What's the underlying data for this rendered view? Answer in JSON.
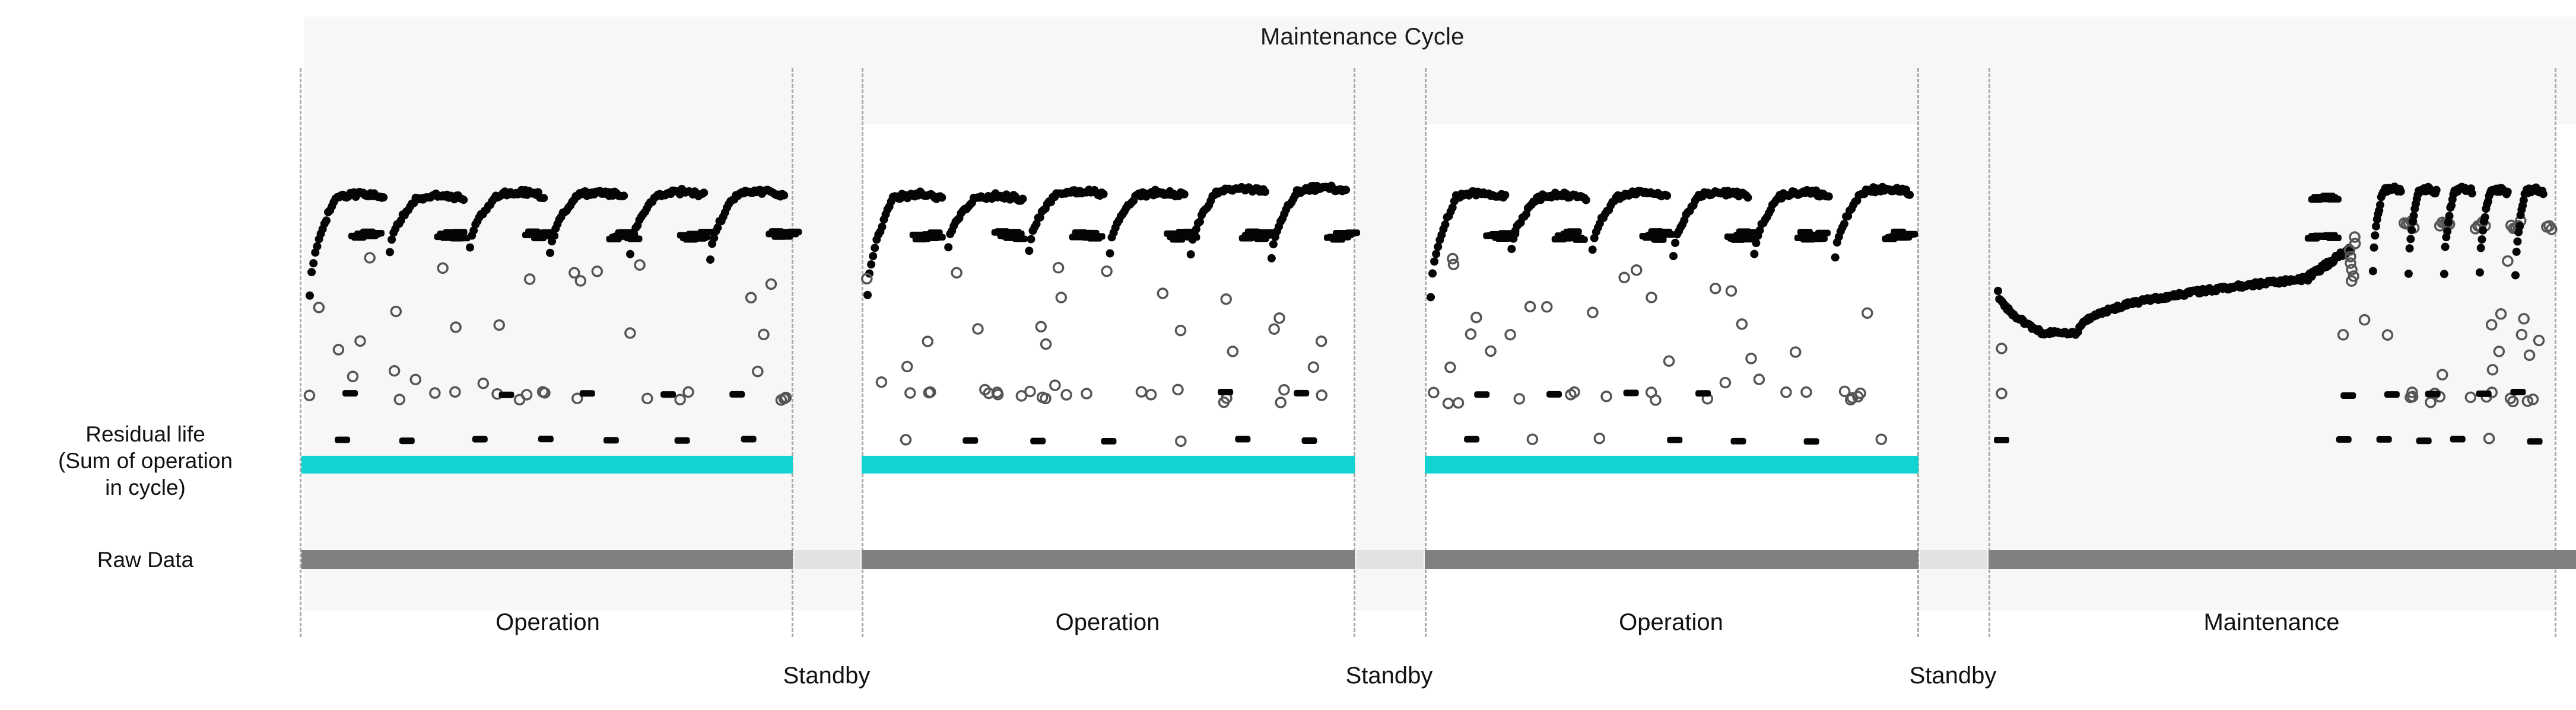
{
  "chart_data": {
    "type": "scatter",
    "title": "Maintenance Cycle",
    "xlabel": "",
    "ylabel": "Residual life (Sum of operation in cycle)",
    "grid": false,
    "legend_position": "none",
    "axis_value_labels": {
      "row_1": "Residual life\n(Sum of operation\nin cycle)",
      "row_2": "Raw Data"
    },
    "x_axis_category_labels": [
      "Operation",
      "Standby",
      "Operation",
      "Standby",
      "Operation",
      "Standby",
      "Maintenance"
    ],
    "segments": [
      {
        "id": "op1",
        "label": "Operation",
        "kind": "operation",
        "x_start": 512,
        "x_end": 1334,
        "residual_life_bar": true,
        "raw_data_bar": "active",
        "description": "Six sawtooth ramps of residual life rising then resetting"
      },
      {
        "id": "sb1",
        "label": "Standby",
        "kind": "standby",
        "x_start": 1334,
        "x_end": 1452,
        "residual_life_bar": false,
        "raw_data_bar": "idle",
        "description": "No operation data; raw data bar dimmed"
      },
      {
        "id": "op2",
        "label": "Operation",
        "kind": "operation",
        "x_start": 1452,
        "x_end": 2281,
        "residual_life_bar": true,
        "raw_data_bar": "active",
        "description": "Six sawtooth ramps of residual life rising then resetting"
      },
      {
        "id": "sb2",
        "label": "Standby",
        "kind": "standby",
        "x_start": 2281,
        "x_end": 2401,
        "residual_life_bar": false,
        "raw_data_bar": "idle",
        "description": "No operation data; raw data bar dimmed"
      },
      {
        "id": "op3",
        "label": "Operation",
        "kind": "operation",
        "x_start": 2401,
        "x_end": 3231,
        "residual_life_bar": true,
        "raw_data_bar": "active",
        "description": "Six sawtooth ramps of residual life rising then resetting"
      },
      {
        "id": "sb3",
        "label": "Standby",
        "kind": "standby",
        "x_start": 3231,
        "x_end": 3351,
        "residual_life_bar": false,
        "raw_data_bar": "idle",
        "description": "No operation data; raw data bar dimmed"
      },
      {
        "id": "mnt",
        "label": "Maintenance",
        "kind": "maintenance",
        "x_start": 3351,
        "x_end": 4305,
        "residual_life_bar": false,
        "raw_data_bar": "active",
        "description": "U-shaped dip then slow monotonic rise, followed by narrow sawteeth"
      }
    ],
    "series": [
      {
        "name": "Residual life (dense operating trace)",
        "marker": "filled-black",
        "size": 12
      },
      {
        "name": "Residual life (sparse outliers)",
        "marker": "hollow-gray",
        "size": 11
      },
      {
        "name": "Residual life (short dashes)",
        "marker": "dash-black",
        "size": 12
      }
    ],
    "bars": {
      "residual_life": {
        "color": "#12d2d2",
        "label": "Residual life (Sum of operation in cycle)"
      },
      "raw_data_active": {
        "color": "#808080",
        "label": "Raw Data"
      },
      "raw_data_idle": {
        "color": "#e2e2e2",
        "label": "Raw Data (standby)"
      }
    }
  },
  "title": "Maintenance Cycle",
  "y_labels": [
    {
      "id": "residual-life",
      "text": "Residual life\n(Sum of operation\nin cycle)"
    },
    {
      "id": "raw-data",
      "text": "Raw Data"
    }
  ],
  "x_labels_upper": [
    {
      "id": "op1",
      "text": "Operation"
    },
    {
      "id": "op2",
      "text": "Operation"
    },
    {
      "id": "op3",
      "text": "Operation"
    },
    {
      "id": "mnt",
      "text": "Maintenance"
    }
  ],
  "x_labels_lower": [
    {
      "id": "sb1",
      "text": "Standby"
    },
    {
      "id": "sb2",
      "text": "Standby"
    },
    {
      "id": "sb3",
      "text": "Standby"
    }
  ],
  "colors": {
    "residual_life_bar": "#12d2d2",
    "raw_data_bar": "#808080",
    "raw_data_bar_standby": "#e2e2e2",
    "panel_background": "#f7f7f7",
    "page_background": "#ffffff",
    "divider": "#9a9a9a",
    "marker_filled": "#050505",
    "marker_hollow": "#555555"
  }
}
